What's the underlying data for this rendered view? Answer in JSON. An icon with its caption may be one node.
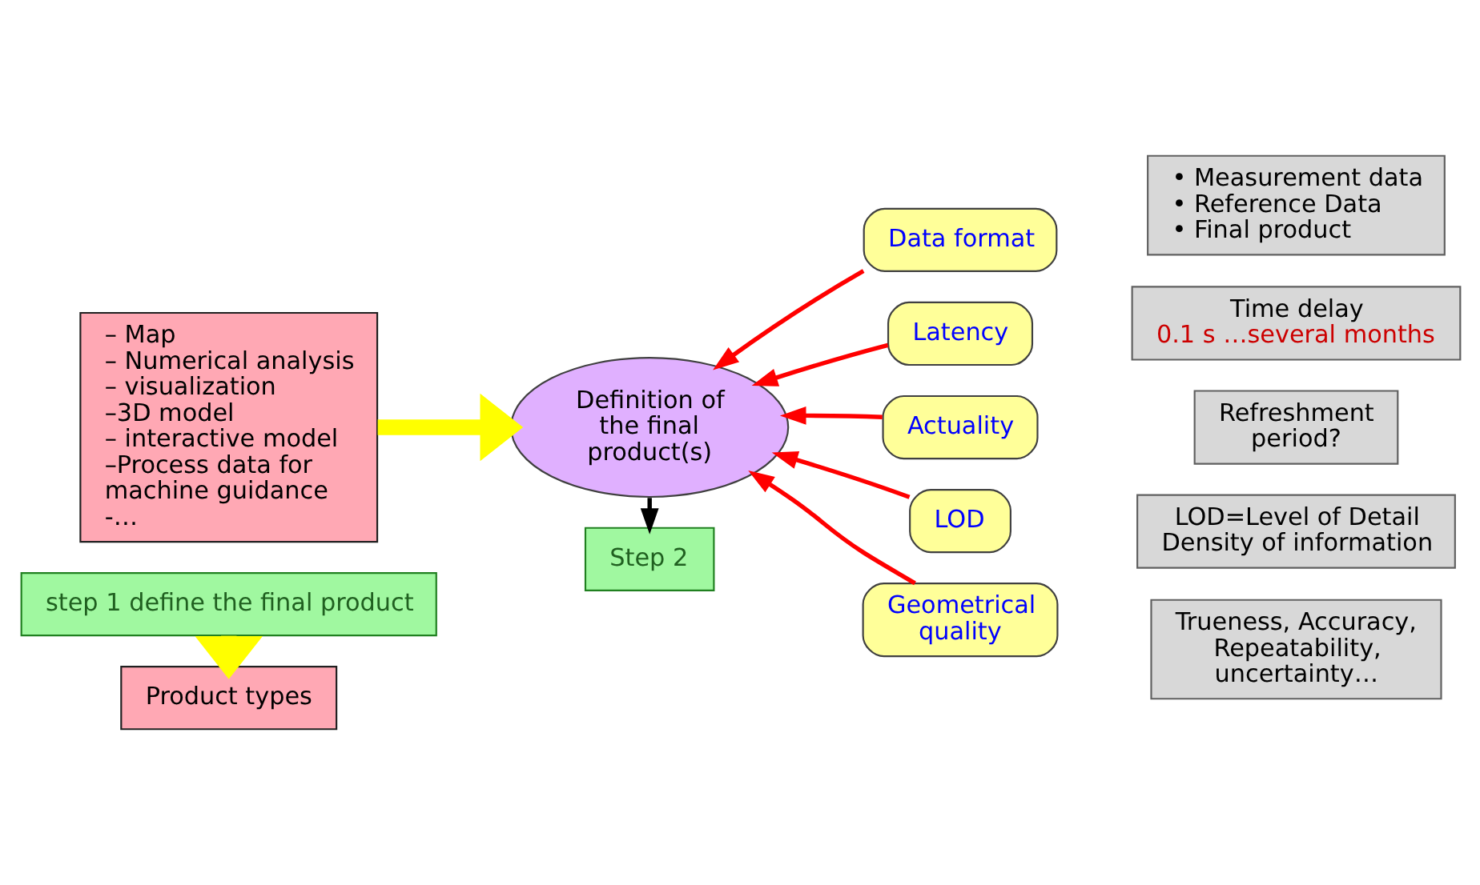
{
  "diagram": {
    "nodes": [
      {
        "text": [
          "step 1 define the final product"
        ]
      },
      {
        "text": [
          "Product types"
        ]
      },
      {
        "text": [
          "– Map",
          "– Numerical analysis",
          "– visualization",
          "–3D model",
          "– interactive model",
          "–Process data for machine guidance",
          "-…"
        ]
      },
      {
        "text": [
          "Definition of the final product(s)"
        ]
      },
      {
        "text": [
          "Data format"
        ]
      },
      {
        "text": [
          "• Measurement data",
          "• Reference Data",
          "• Final product"
        ]
      },
      {
        "text": [
          "Latency"
        ]
      },
      {
        "text": [
          "Time delay",
          "0.1 s …several months"
        ]
      },
      {
        "text": [
          "Actuality"
        ]
      },
      {
        "text": [
          "Refreshment period?"
        ]
      },
      {
        "text": [
          "LOD"
        ]
      },
      {
        "text": [
          "LOD=Level of Detail",
          "Density of information"
        ]
      },
      {
        "text": [
          "Geometrical quality"
        ]
      },
      {
        "text": [
          "Trueness, Accuracy, Repeatability, uncertainty…"
        ]
      },
      {
        "text": [
          "Step 2"
        ]
      }
    ],
    "edges": [
      {
        "from": 0,
        "to": 1,
        "arrow": "to",
        "style": "thick",
        "color": "#ffff00"
      },
      {
        "from": 2,
        "to": 3,
        "arrow": "to",
        "style": "thick",
        "color": "#ffff00"
      },
      {
        "from": 4,
        "to": 3,
        "arrow": "to"
      },
      {
        "from": 6,
        "to": 3,
        "arrow": "to"
      },
      {
        "from": 8,
        "to": 3,
        "arrow": "to"
      },
      {
        "from": 10,
        "to": 3,
        "arrow": "to"
      },
      {
        "from": 12,
        "to": 3,
        "arrow": "to"
      },
      {
        "from": 3,
        "to": 14,
        "arrow": "to",
        "color": "#000000"
      }
    ]
  }
}
